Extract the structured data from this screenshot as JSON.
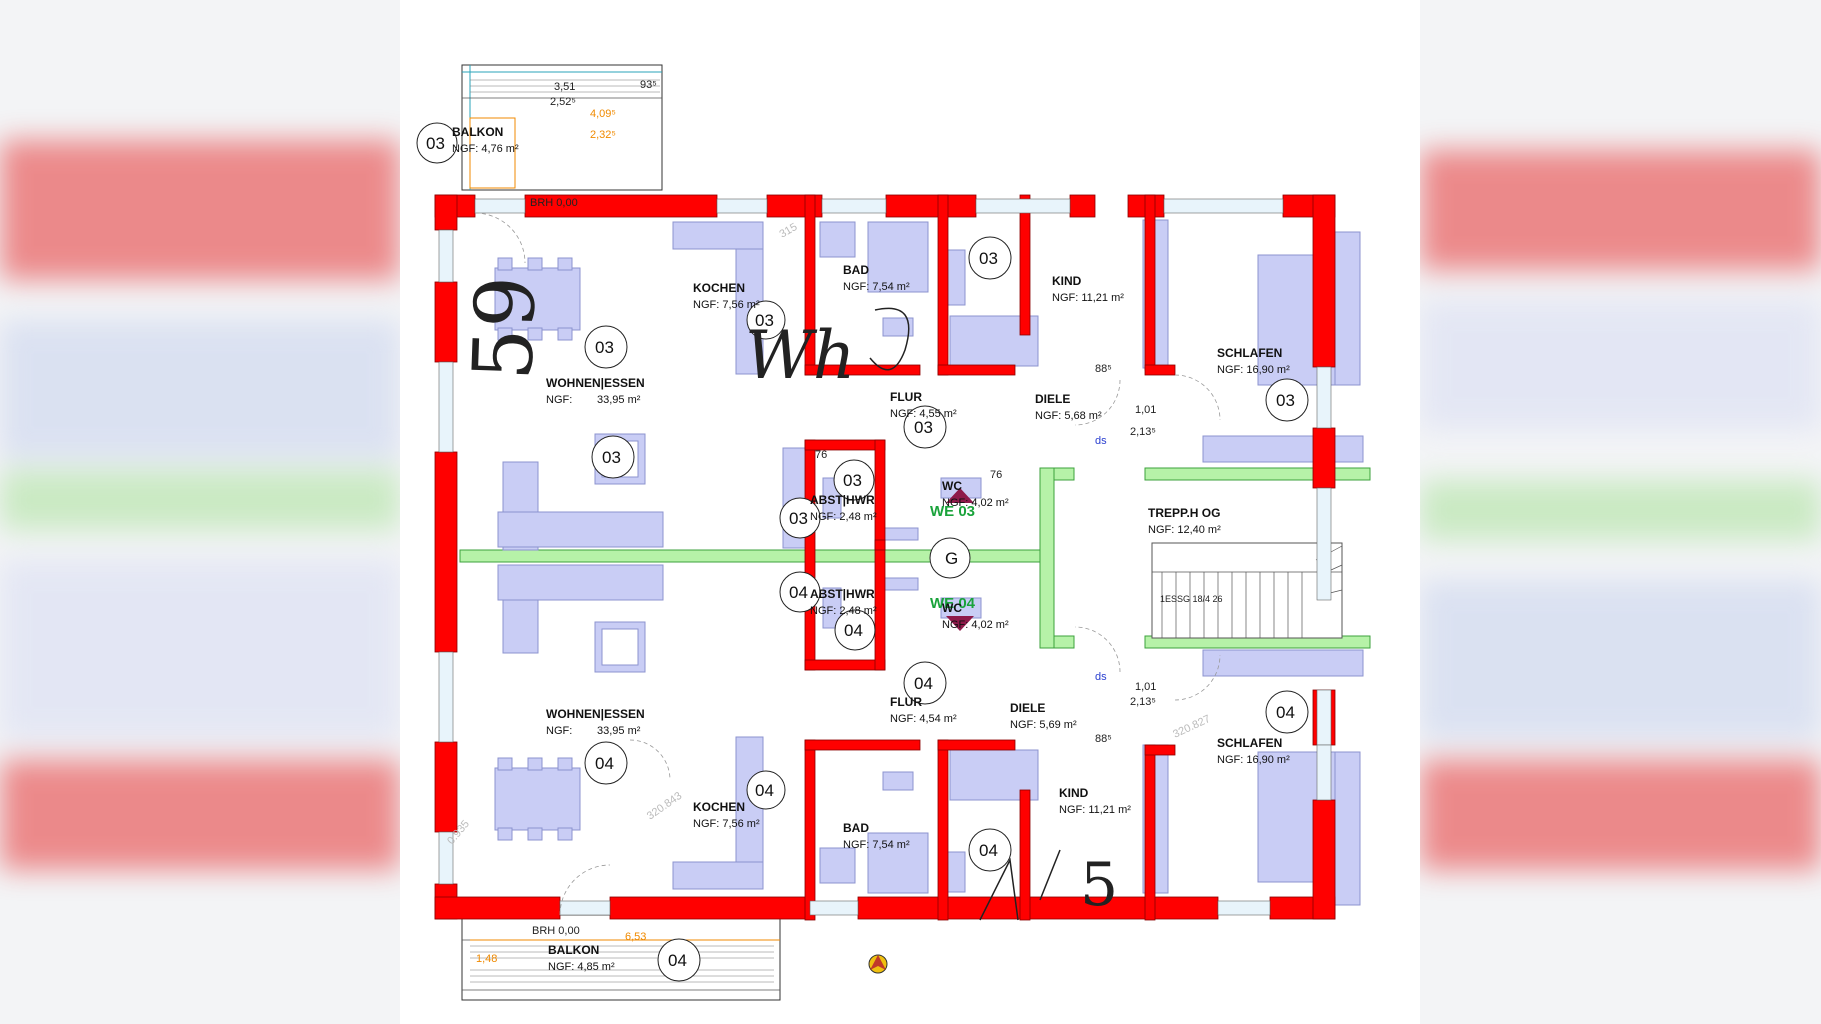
{
  "colors": {
    "wall": "#ff0000",
    "wall_edge": "#8a0000",
    "furniture": "#c9cdf5",
    "furniture_edge": "#8c93cf",
    "separator": "#b6f2a8",
    "separator_edge": "#3ca23c",
    "we_label": "#1aa33b",
    "arrow": "#8e1a4a",
    "dimension_orange": "#f08a00",
    "ds_blue": "#2a3fd0"
  },
  "units": {
    "we03": {
      "label": "WE 03",
      "rooms": [
        {
          "id": "balkon",
          "name": "BALKON",
          "area": "NGF: 4,76 m²",
          "num": "03"
        },
        {
          "id": "kochen",
          "name": "KOCHEN",
          "area": "NGF: 7,56 m²",
          "num": "03"
        },
        {
          "id": "bad",
          "name": "BAD",
          "area": "NGF: 7,54 m²",
          "num": "03"
        },
        {
          "id": "kind",
          "name": "KIND",
          "area": "NGF: 11,21 m²",
          "num": "03"
        },
        {
          "id": "schlafen",
          "name": "SCHLAFEN",
          "area": "NGF: 16,90 m²",
          "num": "03"
        },
        {
          "id": "wohnen",
          "name": "WOHNEN|ESSEN",
          "area_label": "NGF:",
          "area_value": "33,95 m²",
          "num": "03"
        },
        {
          "id": "flur",
          "name": "FLUR",
          "area": "NGF: 4,55 m²",
          "num": "03"
        },
        {
          "id": "diele",
          "name": "DIELE",
          "area": "NGF: 5,68 m²"
        },
        {
          "id": "abst",
          "name": "ABST|HWR",
          "area": "NGF: 2,48 m²",
          "num": "03"
        },
        {
          "id": "wc",
          "name": "WC",
          "area": "NGF: 4,02 m²",
          "num": "03"
        }
      ]
    },
    "we04": {
      "label": "WE 04",
      "rooms": [
        {
          "id": "balkon",
          "name": "BALKON",
          "area": "NGF: 4,85 m²",
          "num": "04"
        },
        {
          "id": "kochen",
          "name": "KOCHEN",
          "area": "NGF: 7,56 m²",
          "num": "04"
        },
        {
          "id": "bad",
          "name": "BAD",
          "area": "NGF: 7,54 m²",
          "num": "04"
        },
        {
          "id": "kind",
          "name": "KIND",
          "area": "NGF: 11,21 m²",
          "num": "04"
        },
        {
          "id": "schlafen",
          "name": "SCHLAFEN",
          "area": "NGF: 16,90 m²",
          "num": "04"
        },
        {
          "id": "wohnen",
          "name": "WOHNEN|ESSEN",
          "area_label": "NGF:",
          "area_value": "33,95 m²"
        },
        {
          "id": "flur",
          "name": "FLUR",
          "area": "NGF: 4,54 m²",
          "num": "04"
        },
        {
          "id": "diele",
          "name": "DIELE",
          "area": "NGF: 5,69 m²"
        },
        {
          "id": "abst",
          "name": "ABST|HWR",
          "area": "NGF: 2,48 m²",
          "num": "04"
        },
        {
          "id": "wc",
          "name": "WC",
          "area": "NGF: 4,02 m²",
          "num": "04"
        }
      ]
    }
  },
  "stair": {
    "name": "TREPP.H OG",
    "area": "NGF: 12,40 m²",
    "num": "G"
  },
  "dimensions": {
    "balkon03_w1": "3,51",
    "balkon03_w2": "2,52⁵",
    "balkon03_w3": "93⁵",
    "balkon03_d1": "4,09⁵",
    "balkon03_d2": "2,32⁵",
    "brh03": "BRH   0,00",
    "brh04": "BRH   0,00",
    "balkon04_w": "6,53",
    "balkon04_d": "1,48",
    "door_101": "1,01",
    "door_2135": "2,13⁵",
    "door_885": "88⁵",
    "door_76": "76"
  },
  "annotations": {
    "ds": "ds",
    "handwritten_top": "59",
    "handwritten_wh": "Wh",
    "handwritten_bottom": "5",
    "survey_1": "320.843",
    "survey_2": "320.827",
    "survey_3": "0.935",
    "stair_text": "1ESSG 18/4 26",
    "faint_315": "315"
  }
}
